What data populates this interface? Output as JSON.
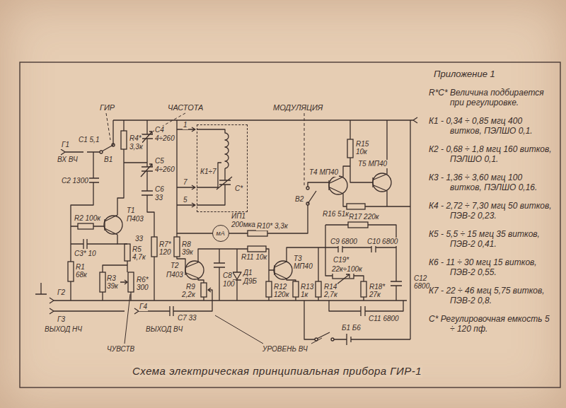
{
  "diagram": {
    "title": "Приложение 1",
    "caption": "Схема электрическая принципиальная прибора ГИР-1",
    "nodes": [
      {
        "text": [
          "К1÷7",
          "С*"
        ]
      },
      {
        "text": [
          "мА"
        ]
      }
    ],
    "labels": [
      "ГИР",
      "ЧАСТОТА",
      "МОДУЛЯЦИЯ",
      "Г1",
      "ВХ ВЧ",
      "С1 5,1",
      "В1",
      "R4*",
      "3,3к",
      "С4",
      "4÷260",
      "С5",
      "4÷260",
      "1",
      "7",
      "С6",
      "33",
      "5",
      "С2 1300",
      "R2 100к",
      "Т1",
      "П403",
      "С3* 10",
      "33",
      "R5",
      "4,7к",
      "R7*",
      "120",
      "R8",
      "39к",
      "Т2",
      "П403",
      "ИП1",
      "200мка",
      "R10* 3,3к",
      "R11 10к",
      "С8",
      "100",
      "Д1",
      "Д9Б",
      "R9",
      "2,2к",
      "Т3",
      "МП40",
      "R12",
      "120к",
      "R13",
      "1к",
      "R14",
      "2,7к",
      "С19*",
      "22к÷100к",
      "R18*",
      "27к",
      "С12",
      "6800",
      "С9 6800",
      "С10 6800",
      "R17 220к",
      "R16 51к",
      "Т4 МП40",
      "Т5 МП40",
      "R15",
      "10к",
      "В2",
      "С11 6800",
      "R1",
      "68к",
      "R3",
      "39к",
      "R6*",
      "300",
      "Г2",
      "Г3",
      "Г4",
      "С7 33",
      "ВЫХОД НЧ",
      "ВЫХОД ВЧ",
      "ЧУВСТВ",
      "УРОВЕНЬ ВЧ",
      "Б1 Б6",
      "R*C* Величина подбирается при регулировке.",
      "К1 - 0,34 ÷ 0,85 мгц 400 витков, ПЭЛШО 0,1.",
      "К2 - 0,68 ÷ 1,8 мгц 160 витков, ПЭЛШО 0,1.",
      "К3 - 1,36 ÷ 3,60 мгц 100 витков, ПЭЛШО 0,16.",
      "К4 - 2,72 ÷ 7,30 мгц 50 витков, ПЭВ-2 0,23.",
      "К5 - 5,5 ÷ 15 мгц 35 витков, ПЭВ-2 0,41.",
      "К6 - 11 ÷ 30 мгц 15 витков, ПЭВ-2 0,55.",
      "К7 - 22 ÷ 46 мгц 5,75 витков, ПЭВ-2 0,8.",
      "С* Регулировочная емкость 5 ÷ 120 пф."
    ]
  }
}
